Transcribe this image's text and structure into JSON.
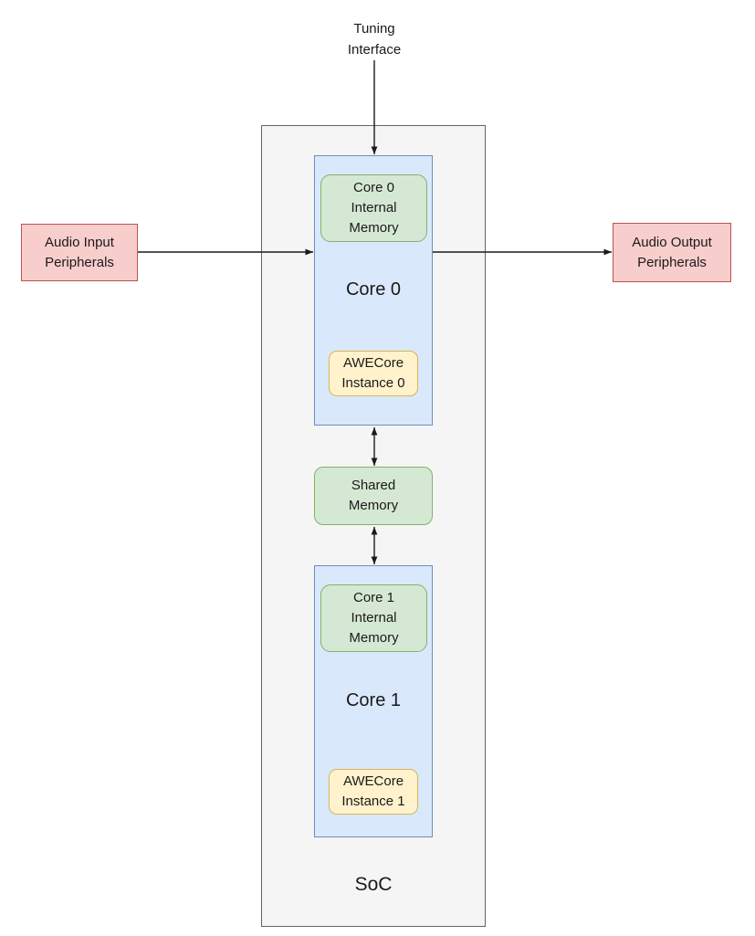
{
  "colors": {
    "canvas-bg": "#ffffff",
    "soc-fill": "#f5f5f5",
    "soc-stroke": "#666666",
    "core-fill": "#dae8fc",
    "core-stroke": "#6c8ebf",
    "memory-fill": "#d5e8d4",
    "memory-stroke": "#82b366",
    "awecore-fill": "#fff2cc",
    "awecore-stroke": "#d6b656",
    "peripheral-fill": "#f8cecc",
    "peripheral-stroke": "#b85450",
    "arrow": "#1a1a1a",
    "text": "#1a1a1a"
  },
  "labels": {
    "tuning_interface": "Tuning Interface",
    "audio_input": "Audio Input Peripherals",
    "audio_output": "Audio Output Peripherals",
    "soc": "SoC",
    "core0": "Core 0",
    "core0_internal_memory": "Core 0 Internal Memory",
    "awecore_instance0": "AWECore Instance 0",
    "shared_memory": "Shared Memory",
    "core1": "Core 1",
    "core1_internal_memory": "Core 1 Internal Memory",
    "awecore_instance1": "AWECore Instance 1"
  }
}
